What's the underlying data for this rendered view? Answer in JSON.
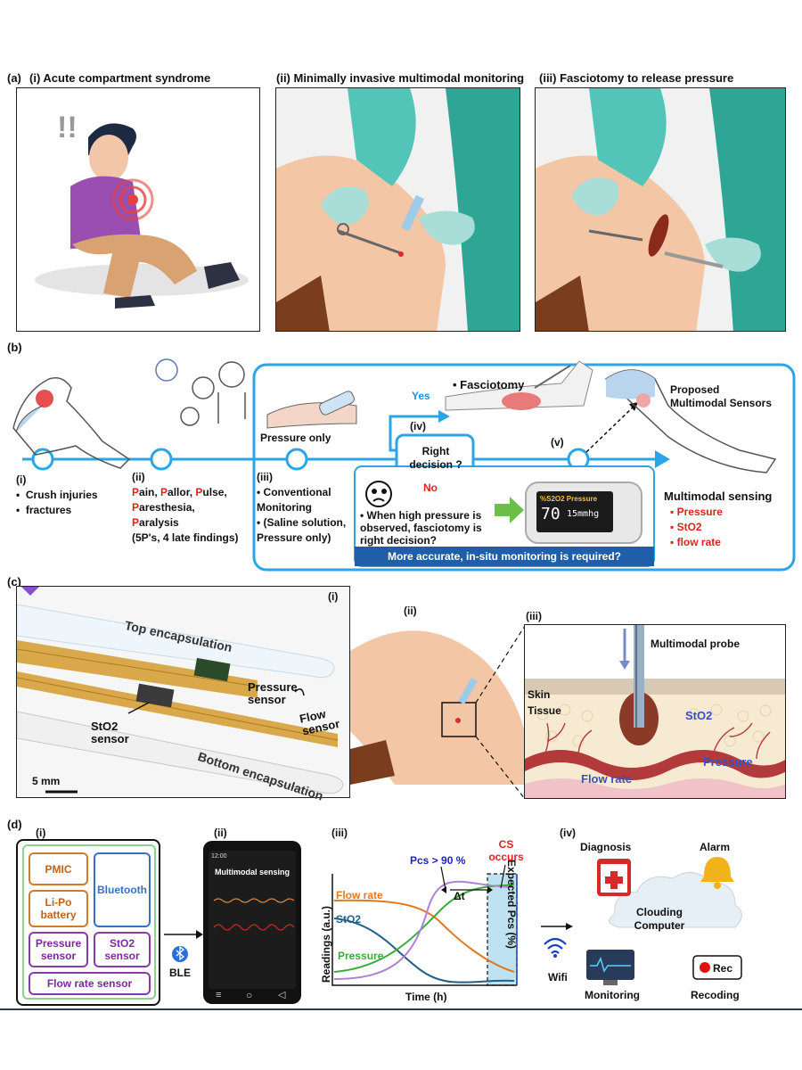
{
  "panel_a": {
    "tag": "(a)",
    "i_title": "(i) Acute compartment syndrome",
    "ii_title": "(ii) Minimally invasive multimodal monitoring",
    "iii_title": "(iii) Fasciotomy to release pressure"
  },
  "panel_b": {
    "tag": "(b)",
    "steps": [
      {
        "num": "(i)",
        "lines": [
          "Crush injuries",
          "fractures"
        ]
      },
      {
        "num": "(ii)",
        "symptoms": [
          "Pain, ",
          "Pallor, ",
          "Pulse,",
          "Paresthesia,",
          "Paralysis"
        ],
        "note": "(5P's, 4 late findings)"
      },
      {
        "num": "(iii)",
        "lines": [
          "Conventional Monitoring",
          "(Saline solution, Pressure only)"
        ]
      },
      {
        "num": "(iv)"
      },
      {
        "num": "(v)"
      }
    ],
    "pressure_only": "Pressure only",
    "yes": "Yes",
    "no": "No",
    "fasciotomy": "Fasciotomy",
    "right_decision": "Right decision ?",
    "question": "When high pressure is observed, fasciotomy is right decision?",
    "banner": "More accurate, in-situ monitoring is required?",
    "device_label": "%S2O2  Pressure",
    "device_value": "70",
    "device_unit": "15mmhg",
    "proposed": "Proposed Multimodal Sensors",
    "multimodal": "Multimodal sensing",
    "modalities": [
      "Pressure",
      "StO2",
      "flow rate"
    ],
    "colors": {
      "accent": "#2aa6e8",
      "red": "#e02020",
      "banner": "#1e5fa8"
    }
  },
  "panel_c": {
    "tag": "(c)",
    "i": "(i)",
    "ii": "(ii)",
    "iii": "(iii)",
    "top_enc": "Top encapsulation",
    "bottom_enc": "Bottom encapsulation",
    "pressure_sensor": "Pressure sensor",
    "flow_sensor": "Flow sensor",
    "sto2_sensor": "StO2 sensor",
    "scale": "5 mm",
    "probe": "Multimodal probe",
    "skin": "Skin",
    "tissue": "Tissue",
    "sto2": "StO2",
    "pressure": "Pressure",
    "flow_rate": "Flow rate"
  },
  "panel_d": {
    "tag": "(d)",
    "i": "(i)",
    "ii": "(ii)",
    "iii": "(iii)",
    "iv": "(iv)",
    "pmic": "PMIC",
    "bluetooth": "Bluetooth",
    "lipo": "Li-Po battery",
    "pressure_sensor": "Pressure sensor",
    "sto2_sensor": "StO2 sensor",
    "flow_sensor": "Flow rate sensor",
    "ble": "BLE",
    "phone_title": "Multimodal sensing",
    "phone_time": "12:00",
    "ylabel": "Readings (a.u.)",
    "xlabel": "Time (h)",
    "y2label": "Expected Pcs (%)",
    "pcs": "Pcs > 90 %",
    "cs_occurs": "CS occurs",
    "delta_t": "Δt",
    "series": [
      "Flow rate",
      "StO2",
      "Pressure"
    ],
    "wifi": "Wifi",
    "diagnosis": "Diagnosis",
    "alarm": "Alarm",
    "cloud": "Clouding Computer",
    "monitoring": "Monitoring",
    "rec": "Rec",
    "recoding": "Recoding"
  }
}
